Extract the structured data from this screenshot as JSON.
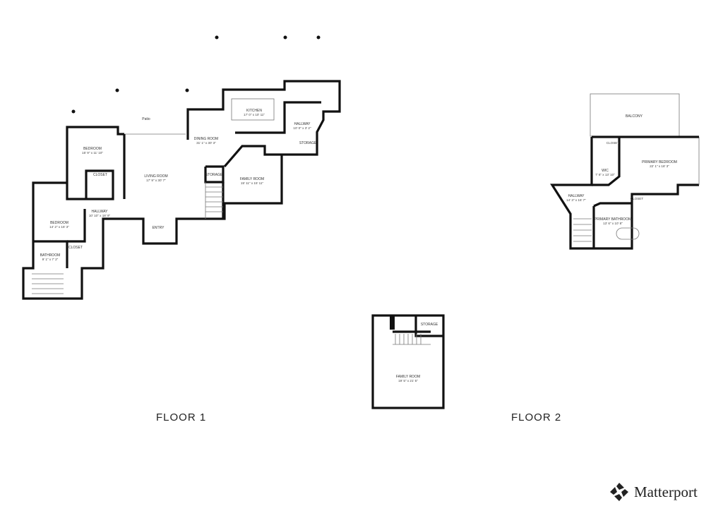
{
  "floor1": {
    "label": "FLOOR 1",
    "rooms": [
      {
        "name": "Patio",
        "dims": ""
      },
      {
        "name": "BEDROOM",
        "dims": "15' 9\" x 11' 10\""
      },
      {
        "name": "LIVING ROOM",
        "dims": "17' 9\" x 30' 7\""
      },
      {
        "name": "DINING ROOM",
        "dims": "31' 1\" x 30' 3\""
      },
      {
        "name": "KITCHEN",
        "dims": "17' 0\" x 10' 11\""
      },
      {
        "name": "HALLWAY",
        "dims": "10' 0\" x 3' 2\""
      },
      {
        "name": "STORAGE",
        "dims": ""
      },
      {
        "name": "STORAGE",
        "dims": ""
      },
      {
        "name": "FAMILY ROOM",
        "dims": "15' 11\" x 15' 11\""
      },
      {
        "name": "CLOSET",
        "dims": ""
      },
      {
        "name": "HALLWAY",
        "dims": "10' 10\" x 18' 9\""
      },
      {
        "name": "BEDROOM",
        "dims": "14' 2\" x 16' 3\""
      },
      {
        "name": "CLOSET",
        "dims": ""
      },
      {
        "name": "BATHROOM",
        "dims": "9' 1\" x 7' 2\""
      },
      {
        "name": "ENTRY",
        "dims": ""
      }
    ]
  },
  "floor2": {
    "label": "FLOOR 2",
    "rooms": [
      {
        "name": "BALCONY",
        "dims": ""
      },
      {
        "name": "PRIMARY BEDROOM",
        "dims": "22' 1\" x 18' 3\""
      },
      {
        "name": "WIC",
        "dims": "7' 6\" x 13' 10\""
      },
      {
        "name": "HALLWAY",
        "dims": "14' 3\" x 16' 7\""
      },
      {
        "name": "PRIMARY BATHROOM",
        "dims": "13' 6\" x 10' 8\""
      },
      {
        "name": "CLOSET",
        "dims": ""
      },
      {
        "name": "CLOSET",
        "dims": ""
      },
      {
        "name": "FAMILY ROOM",
        "dims": "19' 5\" x 21' 5\""
      },
      {
        "name": "STORAGE",
        "dims": ""
      }
    ]
  },
  "brand": {
    "name": "Matterport",
    "icon": "matterport-pinwheel-icon"
  }
}
